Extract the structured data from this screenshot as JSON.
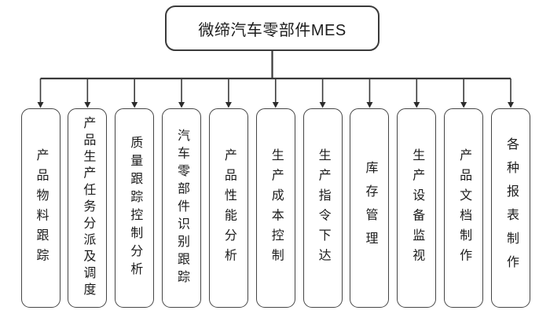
{
  "diagram": {
    "title": "微缔汽车零部件MES",
    "items": [
      {
        "label": "产品物料跟踪"
      },
      {
        "label": "产品生产任务分派及调度"
      },
      {
        "label": "质量跟踪控制分析"
      },
      {
        "label": "汽车零部件识别跟踪"
      },
      {
        "label": "产品性能分析"
      },
      {
        "label": "生产成本控制"
      },
      {
        "label": "生产指令下达"
      },
      {
        "label": "库存管理"
      },
      {
        "label": "生产设备监视"
      },
      {
        "label": "产品文档制作"
      },
      {
        "label": "各种报表制作"
      }
    ],
    "colors": {
      "line": "#3a3a3a",
      "border": "#454545",
      "text": "#1c1c1c",
      "background": "#ffffff"
    }
  }
}
